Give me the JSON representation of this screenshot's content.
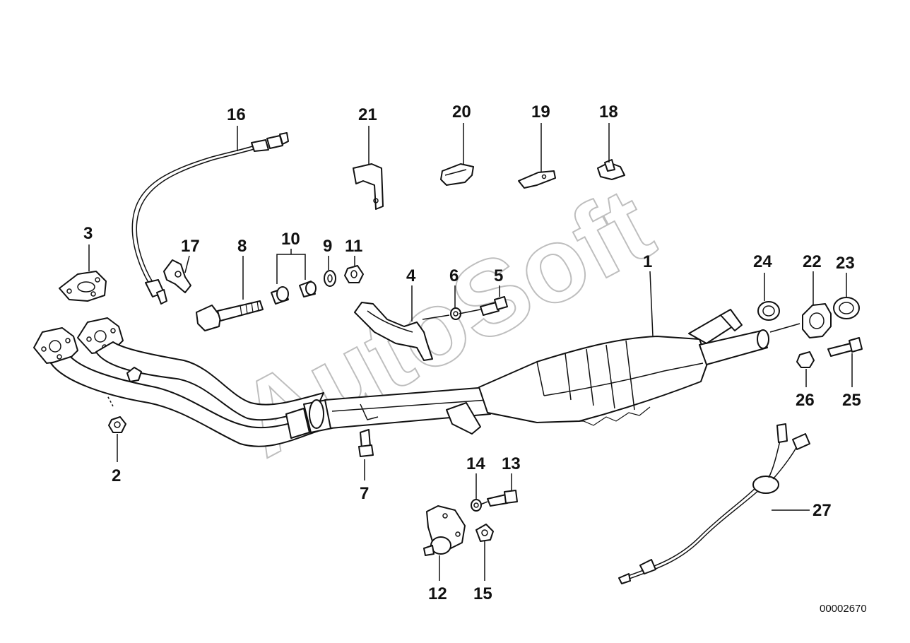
{
  "watermark": "AutoSoft",
  "document_number": "00002670",
  "callouts": {
    "p1": "1",
    "p2": "2",
    "p3": "3",
    "p4": "4",
    "p5": "5",
    "p6": "6",
    "p7": "7",
    "p8": "8",
    "p9": "9",
    "p10": "10",
    "p11": "11",
    "p12": "12",
    "p13": "13",
    "p14": "14",
    "p15": "15",
    "p16": "16",
    "p17": "17",
    "p18": "18",
    "p19": "19",
    "p20": "20",
    "p21": "21",
    "p22": "22",
    "p23": "23",
    "p24": "24",
    "p25": "25",
    "p26": "26",
    "p27": "27"
  }
}
